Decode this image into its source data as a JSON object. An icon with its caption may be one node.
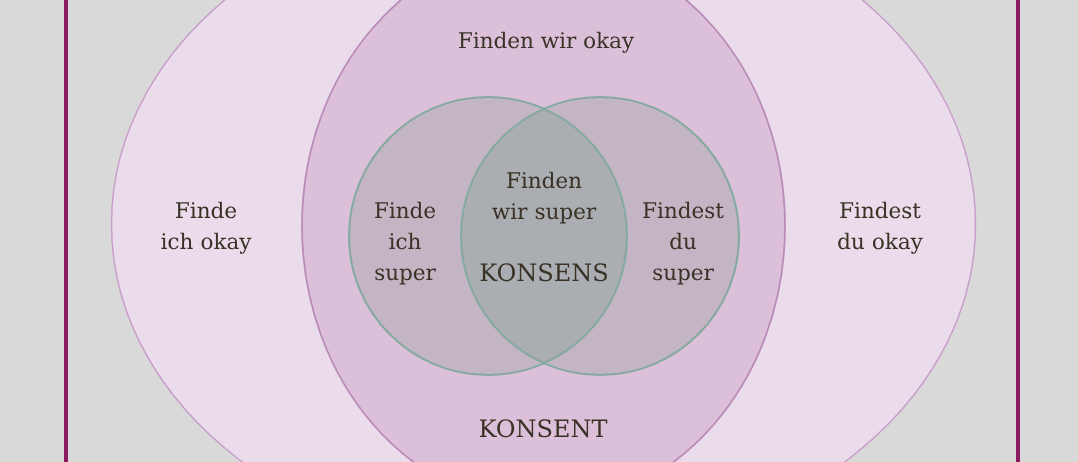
{
  "diagram": {
    "nodes": [
      {
        "text": [
          "Finde ich okay",
          "Findest du okay"
        ]
      },
      {
        "text": [
          "Finden wir okay",
          "KONSENT"
        ],
        "in": 0
      },
      {
        "text": [
          "Finde ich super"
        ],
        "in": 1
      },
      {
        "text": [
          "Findest du super"
        ],
        "in": 1
      }
    ],
    "labels": [
      "Finden wir super",
      "KONSENS"
    ]
  }
}
